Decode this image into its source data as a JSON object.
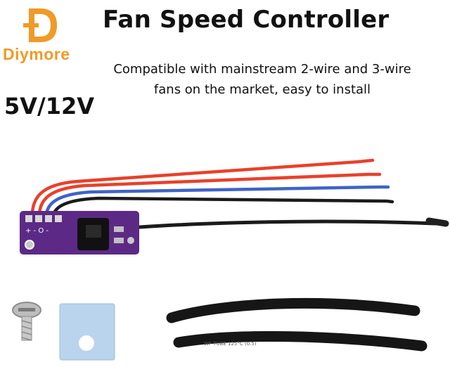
{
  "brand": {
    "logo_letter": "D",
    "name": "Diymore",
    "color": "#f09a28"
  },
  "title": "Fan Speed Controller",
  "subtitle_lines": [
    "Compatible with mainstream 2-wire and 3-wire",
    "fans on the market, easy to install"
  ],
  "voltage": "5V/12V",
  "pcb": {
    "pin_labels": "+  -  O  -",
    "color": "#5c2a86"
  },
  "heat_shrink_print": "WF TUBE 125°C (0.5)",
  "colors": {
    "wire_red": "#e8412b",
    "wire_blue": "#3f63c8",
    "wire_black": "#1b1b1b",
    "pad_blue": "#b9d4ec",
    "tube": "#161616"
  }
}
